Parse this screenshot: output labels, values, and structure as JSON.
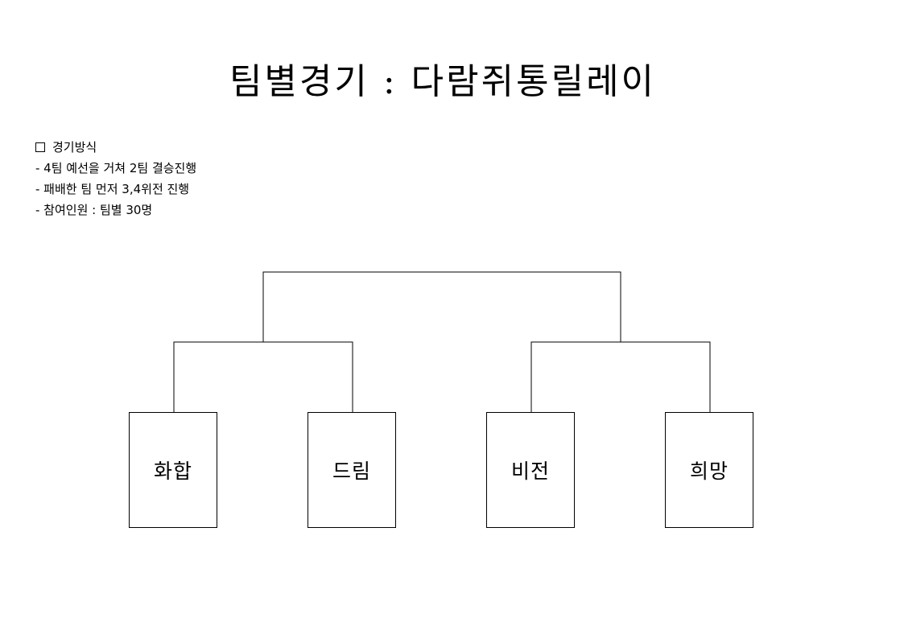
{
  "title": "팀별경기 : 다람쥐통릴레이",
  "description": {
    "heading": "경기방식",
    "lines": [
      "- 4팀 예선을 거쳐 2팀 결승진행",
      "- 패배한 팀 먼저 3,4위전 진행",
      "- 참여인원 : 팀별 30명"
    ]
  },
  "teams": [
    "화합",
    "드림",
    "비전",
    "희망"
  ]
}
